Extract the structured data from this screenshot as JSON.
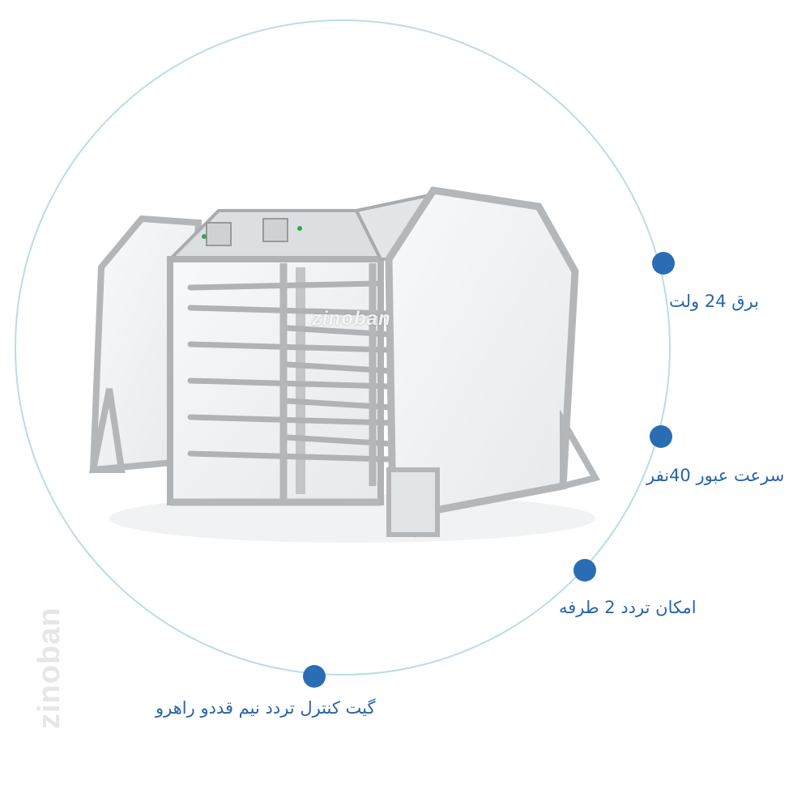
{
  "features": [
    {
      "label": "برق 24 ولت"
    },
    {
      "label": "سرعت عبور 40نفر"
    },
    {
      "label": "امکان تردد 2 طرفه"
    },
    {
      "label": "گیت کنترل تردد نیم قددو راهرو"
    }
  ],
  "watermark": {
    "center": "zinoban",
    "side": "zinoban"
  },
  "colors": {
    "accent": "#2a6db5",
    "ring": "#b9dde6",
    "text": "#2a64a8"
  }
}
